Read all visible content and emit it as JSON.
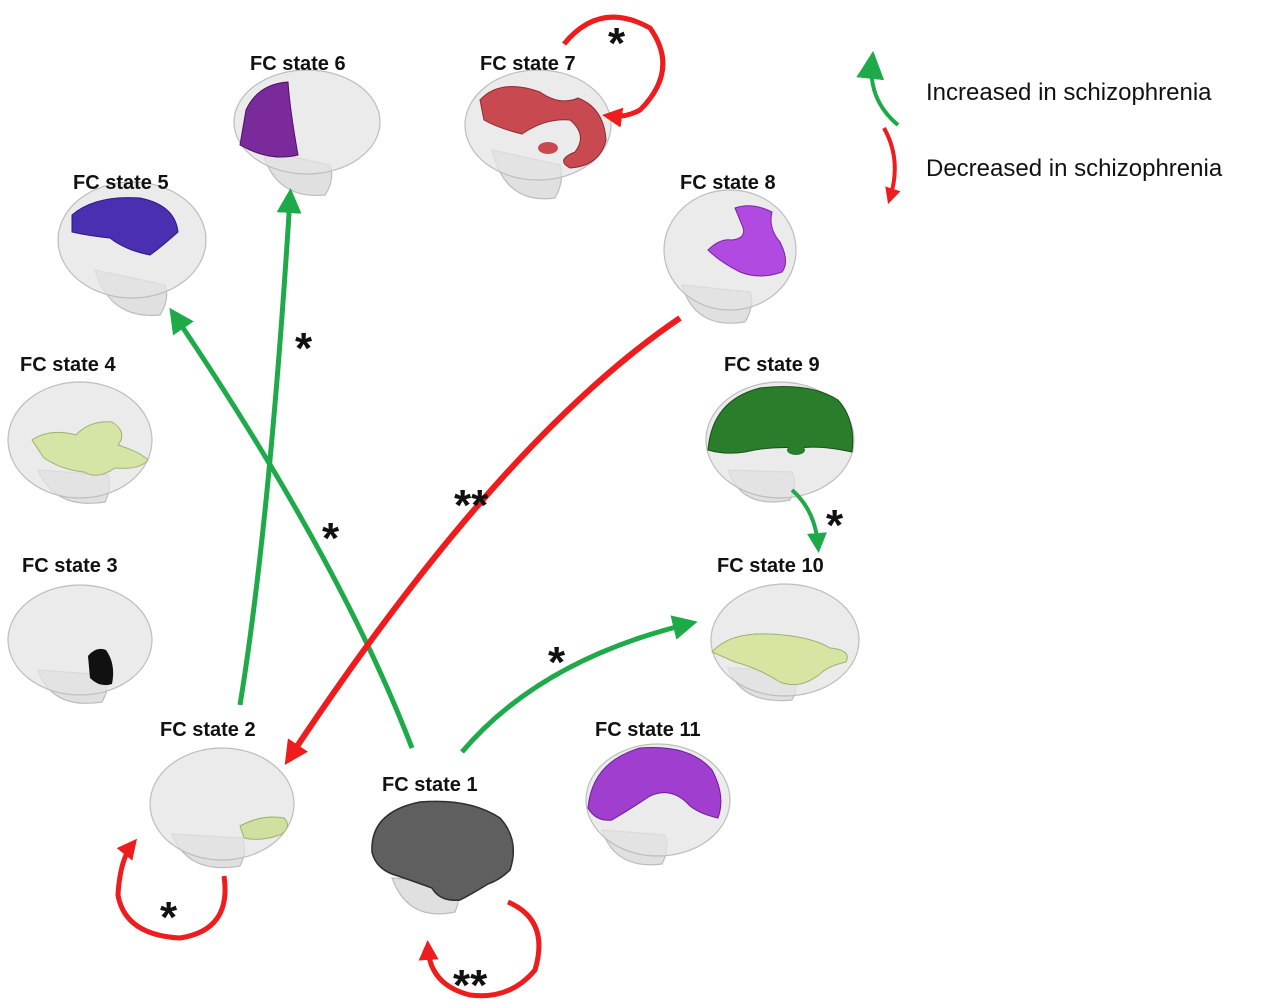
{
  "states": [
    {
      "id": "s1",
      "label": "FC state 1",
      "color": "#5f5f5f"
    },
    {
      "id": "s2",
      "label": "FC state 2",
      "color": "#cfe0a0"
    },
    {
      "id": "s3",
      "label": "FC state 3",
      "color": "#111111"
    },
    {
      "id": "s4",
      "label": "FC state 4",
      "color": "#d5e5a6"
    },
    {
      "id": "s5",
      "label": "FC state 5",
      "color": "#4a2fb0"
    },
    {
      "id": "s6",
      "label": "FC state 6",
      "color": "#7a2a9a"
    },
    {
      "id": "s7",
      "label": "FC state 7",
      "color": "#c84a50"
    },
    {
      "id": "s8",
      "label": "FC state 8",
      "color": "#b04ae0"
    },
    {
      "id": "s9",
      "label": "FC state 9",
      "color": "#2a7d2a"
    },
    {
      "id": "s10",
      "label": "FC state 10",
      "color": "#d6e6a2"
    },
    {
      "id": "s11",
      "label": "FC state 11",
      "color": "#a03ed0"
    }
  ],
  "transitions": [
    {
      "id": "t-1-5",
      "from": "FC state 1",
      "to": "FC state 5",
      "direction": "increased",
      "significance": "*"
    },
    {
      "id": "t-2-6",
      "from": "FC state 2",
      "to": "FC state 6",
      "direction": "increased",
      "significance": "*"
    },
    {
      "id": "t-8-2",
      "from": "FC state 8",
      "to": "FC state 2",
      "direction": "decreased",
      "significance": "**"
    },
    {
      "id": "t-1-10",
      "from": "FC state 1",
      "to": "FC state 10",
      "direction": "increased",
      "significance": "*"
    },
    {
      "id": "t-9-10",
      "from": "FC state 9",
      "to": "FC state 10",
      "direction": "increased",
      "significance": "*"
    },
    {
      "id": "t-7-7",
      "from": "FC state 7",
      "to": "FC state 7",
      "direction": "decreased",
      "significance": "*"
    },
    {
      "id": "t-2-2",
      "from": "FC state 2",
      "to": "FC state 2",
      "direction": "decreased",
      "significance": "*"
    },
    {
      "id": "t-1-1",
      "from": "FC state 1",
      "to": "FC state 1",
      "direction": "decreased",
      "significance": "**"
    }
  ],
  "legend": {
    "increased": "Increased in schizophrenia",
    "decreased": "Decreased in schizophrenia",
    "increased_color": "#1faa4a",
    "decreased_color": "#ee1c1c"
  }
}
